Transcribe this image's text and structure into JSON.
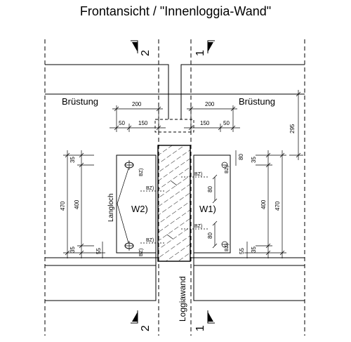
{
  "title": "Frontansicht / \"Innenloggia-Wand\"",
  "section_marks": {
    "left": "2",
    "right": "1"
  },
  "labels": {
    "bruestung_left": "Brüstung",
    "bruestung_right": "Brüstung",
    "loggiawand": "Loggiawand",
    "langloch": "Langloch",
    "w2": "W2)",
    "w1": "W1)",
    "bz": "BZ)"
  },
  "dimensions": {
    "d200": "200",
    "d150": "150",
    "d50": "50",
    "d295": "295",
    "d80": "80",
    "d35": "35",
    "d470": "470",
    "d400": "400",
    "d55": "55"
  }
}
